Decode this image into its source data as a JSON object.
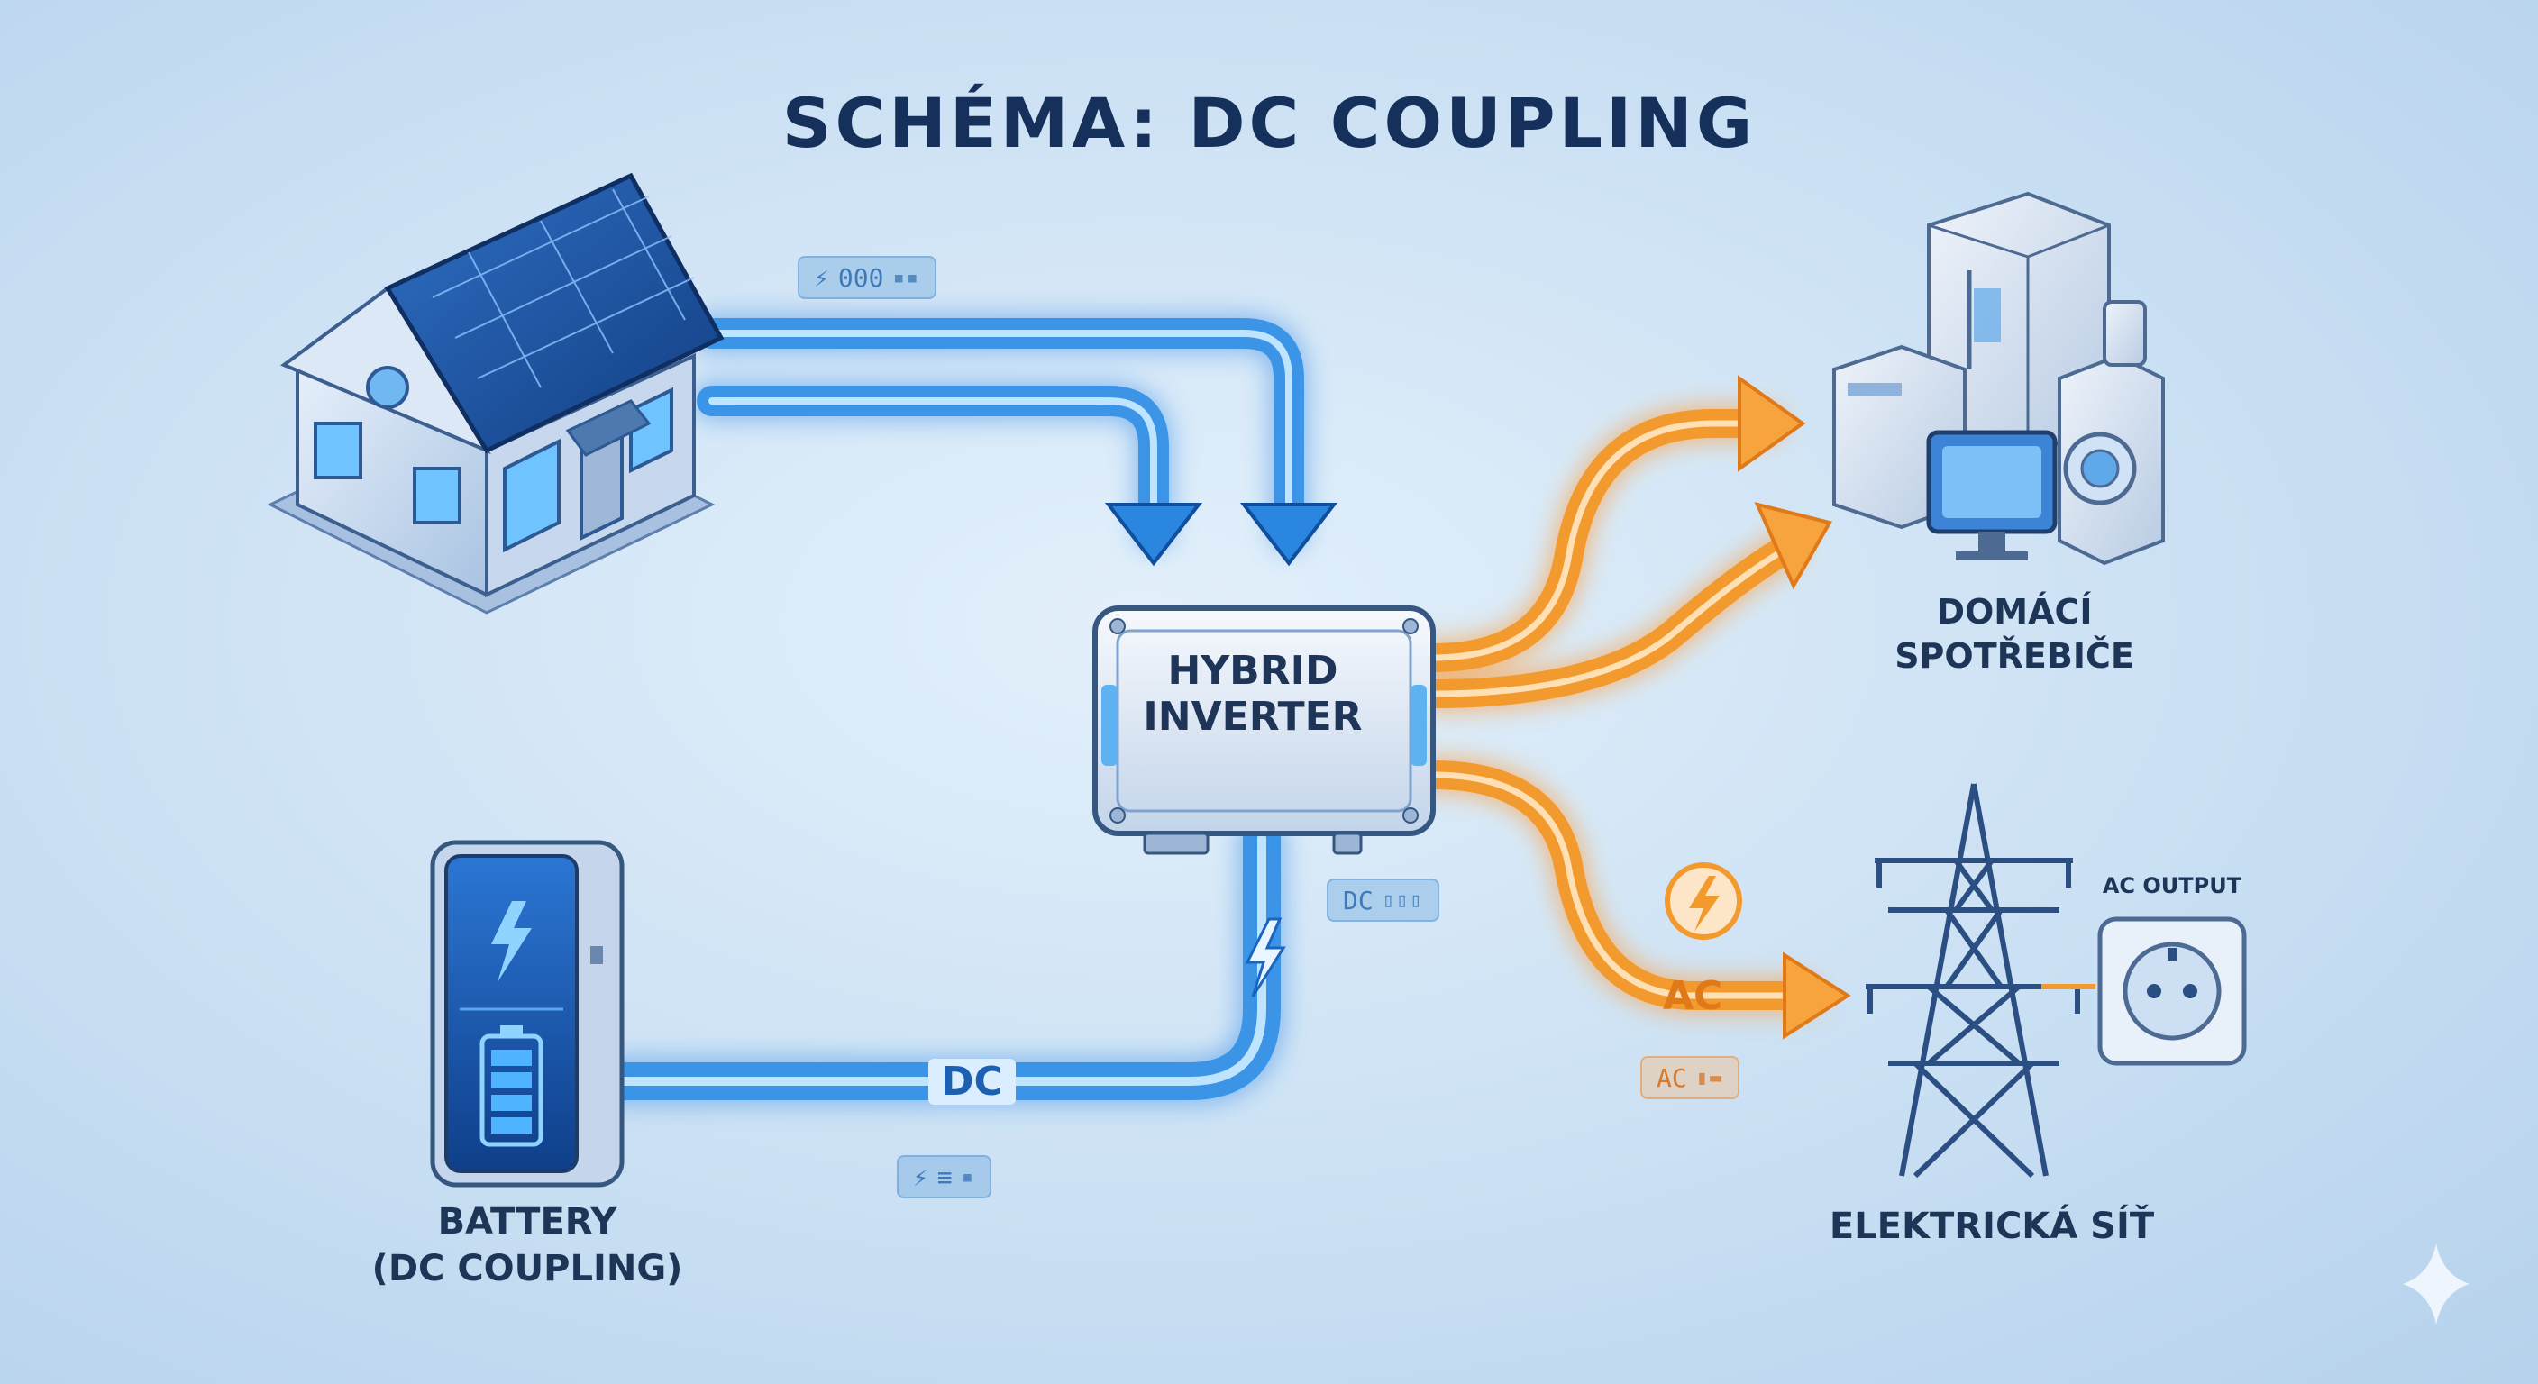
{
  "title": "SCHÉMA: DC COUPLING",
  "inverter": {
    "line1": "HYBRID",
    "line2": "INVERTER"
  },
  "labels": {
    "appliances": {
      "line1": "DOMÁCÍ",
      "line2": "SPOTŘEBIČE"
    },
    "battery": {
      "line1": "BATTERY",
      "line2": "(DC COUPLING)"
    },
    "grid": "ELEKTRICKÁ SÍŤ",
    "socket": "AC OUTPUT"
  },
  "flow_tags": {
    "dc": "DC",
    "ac": "AC"
  },
  "chips": {
    "solar": {
      "text": "000",
      "icon": "bolt-icon"
    },
    "inverter_dc": {
      "text": "DC"
    },
    "battery_dc": {
      "text": "≡",
      "icon": "bolt-icon"
    },
    "grid_ac": {
      "text": "AC"
    }
  },
  "colors": {
    "dc_flow": "#2f8fe6",
    "ac_flow": "#f39a2e",
    "title": "#15305a",
    "text": "#1d3556"
  },
  "icons": [
    "house-solar-icon",
    "battery-icon",
    "inverter-icon",
    "appliances-icon",
    "power-tower-icon",
    "socket-icon",
    "bolt-icon",
    "sparkle-icon"
  ]
}
